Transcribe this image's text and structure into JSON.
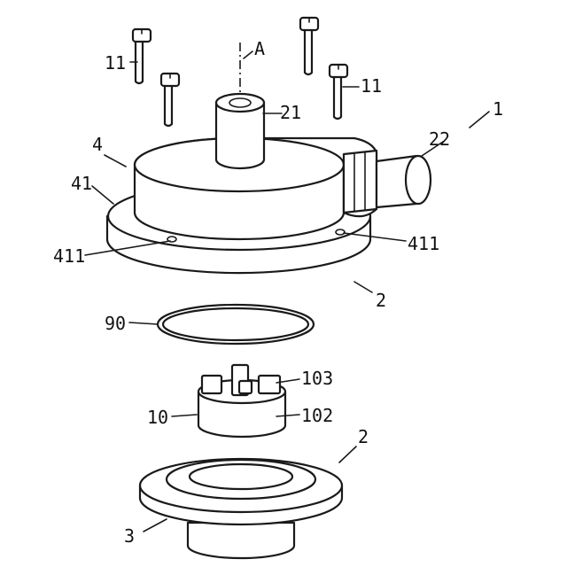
{
  "labels": {
    "screw_left": "11",
    "screw_right": "11",
    "axis": "A",
    "inlet_pipe": "21",
    "assembly": "1",
    "outlet_pipe": "22",
    "cover": "4",
    "flange": "41",
    "hole_left": "411",
    "hole_right": "411",
    "housing": "2",
    "seal_ring": "90",
    "impeller_top": "103",
    "impeller": "10",
    "impeller_body": "102",
    "base_upper": "2",
    "base": "3"
  }
}
